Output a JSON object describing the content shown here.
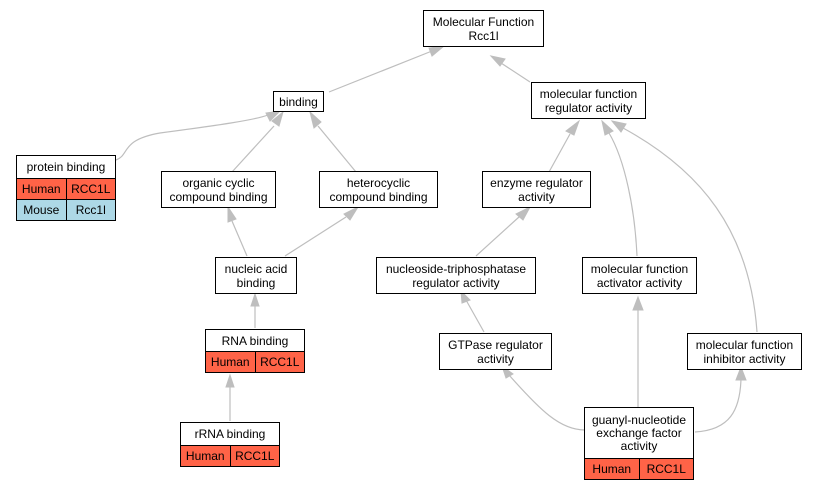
{
  "colors": {
    "human": "#ff6347",
    "mouse": "#add8e6",
    "edge": "#bebebe"
  },
  "nodes": {
    "root": [
      "Molecular Function",
      "Rcc1l"
    ],
    "binding": [
      "binding"
    ],
    "mfra": [
      "molecular function",
      "regulator activity"
    ],
    "protein_binding": {
      "title": "protein binding",
      "rows": [
        {
          "species": "Human",
          "gene": "RCC1L"
        },
        {
          "species": "Mouse",
          "gene": "Rcc1l"
        }
      ]
    },
    "organic": [
      "organic cyclic",
      "compound binding"
    ],
    "heterocyclic": [
      "heterocyclic",
      "compound binding"
    ],
    "enzyme": [
      "enzyme regulator",
      "activity"
    ],
    "nucleic": [
      "nucleic acid",
      "binding"
    ],
    "ntp": [
      "nucleoside-triphosphatase",
      "regulator activity"
    ],
    "activator": [
      "molecular function",
      "activator activity"
    ],
    "rna": {
      "title": "RNA binding",
      "rows": [
        {
          "species": "Human",
          "gene": "RCC1L"
        }
      ]
    },
    "gtpase": [
      "GTPase regulator",
      "activity"
    ],
    "inhibitor": [
      "molecular function",
      "inhibitor activity"
    ],
    "rrna": {
      "title": "rRNA binding",
      "rows": [
        {
          "species": "Human",
          "gene": "RCC1L"
        }
      ]
    },
    "gef": {
      "title": [
        "guanyl-nucleotide",
        "exchange factor",
        "activity"
      ],
      "rows": [
        {
          "species": "Human",
          "gene": "RCC1L"
        }
      ]
    }
  }
}
